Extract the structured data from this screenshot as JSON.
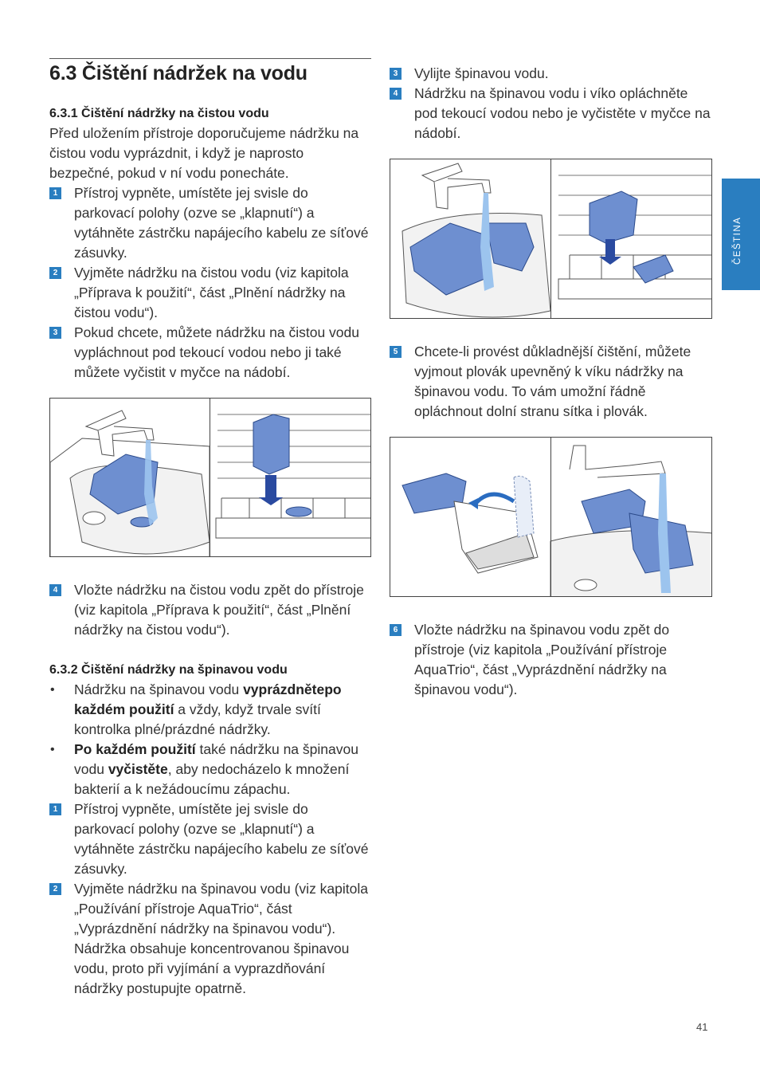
{
  "heading": "6.3 Čištění nádržek na vodu",
  "side_tab": "ČEŠTINA",
  "page_number": "41",
  "section1": {
    "title": "6.3.1 Čištění nádržky na čistou vodu",
    "intro": "Před uložením přístroje doporučujeme nádržku na čistou vodu vyprázdnit, i když je naprosto bezpečné, pokud v ní vodu ponecháte.",
    "steps": [
      {
        "n": "1",
        "text": "Přístroj vypněte, umístěte jej svisle do parkovací polohy (ozve se „klapnutí“) a vytáhněte zástrčku napájecího kabelu ze síťové zásuvky."
      },
      {
        "n": "2",
        "text": "Vyjměte nádržku na čistou vodu (viz kapitola „Příprava k použití“, část „Plnění nádržky na čistou vodu“)."
      },
      {
        "n": "3",
        "text": "Pokud chcete, můžete nádržku na čistou vodu vypláchnout pod tekoucí vodou nebo ji také můžete vyčistit v myčce na nádobí."
      },
      {
        "n": "4",
        "text": "Vložte nádržku na čistou vodu zpět do přístroje (viz kapitola „Příprava k použití“, část „Plnění nádržky na čistou vodu“)."
      }
    ]
  },
  "section2": {
    "title": "6.3.2 Čištění nádržky na špinavou vodu",
    "bullets": [
      {
        "pre": "Nádržku na špinavou vodu ",
        "bold": "vyprázdnětepo každém použití",
        "post": " a vždy, když trvale svítí kontrolka plné/prázdné nádržky."
      },
      {
        "pre": "",
        "bold": "Po každém použití",
        "post": " také nádržku na špinavou vodu ",
        "bold2": "vyčistěte",
        "post2": ", aby nedocházelo k množení bakterií a k nežádoucímu zápachu."
      }
    ],
    "steps": [
      {
        "n": "1",
        "text": "Přístroj vypněte, umístěte jej svisle do parkovací polohy (ozve se „klapnutí“) a vytáhněte zástrčku napájecího kabelu ze síťové zásuvky."
      },
      {
        "n": "2",
        "text": "Vyjměte nádržku na špinavou vodu (viz kapitola „Používání přístroje AquaTrio“, část „Vyprázdnění nádržky na špinavou vodu“). Nádržka obsahuje koncentrovanou špinavou vodu, proto při vyjímání a vyprazdňování nádržky postupujte opatrně."
      },
      {
        "n": "3",
        "text": "Vylijte špinavou vodu."
      },
      {
        "n": "4",
        "text": "Nádržku na špinavou vodu i víko opláchněte pod tekoucí vodou nebo je vyčistěte v myčce na nádobí."
      },
      {
        "n": "5",
        "text": "Chcete-li provést důkladnější čištění, můžete vyjmout plovák upevněný k víku nádržky na špinavou vodu. To vám umožní řádně opláchnout dolní stranu sítka i plovák."
      },
      {
        "n": "6",
        "text": "Vložte nádržku na špinavou vodu zpět do přístroje (viz kapitola „Používání přístroje AquaTrio“, část „Vyprázdnění nádržky na špinavou vodu“)."
      }
    ]
  },
  "colors": {
    "accent": "#2a7ec0",
    "tank": "#6e8fd0",
    "water": "#9cc4ee"
  }
}
